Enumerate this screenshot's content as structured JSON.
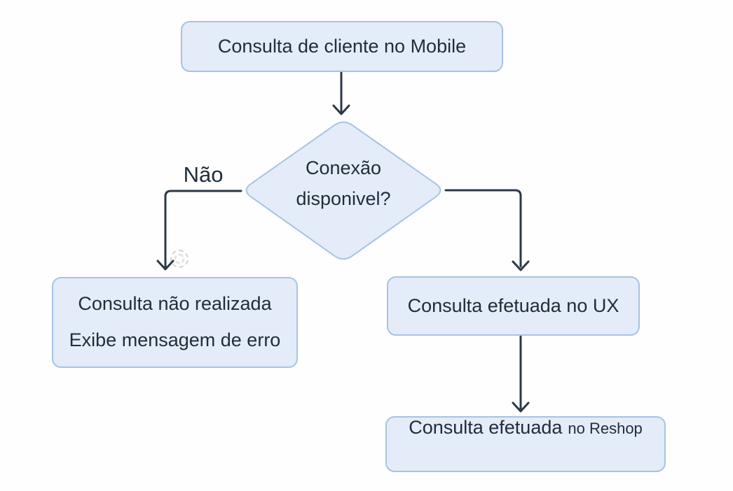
{
  "flowchart": {
    "type": "flowchart",
    "language": "pt-BR",
    "colors": {
      "background": "#fefefe",
      "node_fill": "#e3ecf8",
      "node_border": "#a7c3e4",
      "text": "#212d3d",
      "connector": "#2c3847"
    },
    "nodes": {
      "start": {
        "shape": "rounded-rect",
        "label": "Consulta de cliente no Mobile"
      },
      "decision": {
        "shape": "diamond",
        "line1": "Conexão",
        "line2": "disponivel?"
      },
      "not_done": {
        "shape": "rounded-rect",
        "line1": "Consulta não realizada",
        "line2": "Exibe mensagem de erro"
      },
      "ux": {
        "shape": "rounded-rect",
        "label": "Consulta efetuada no UX"
      },
      "reshop": {
        "shape": "rounded-rect",
        "label": "Consulta efetuada",
        "label_suffix": "no Reshop"
      }
    },
    "edges": {
      "start_to_decision": {
        "label": ""
      },
      "decision_to_not_done": {
        "label": "Não"
      },
      "decision_to_ux": {
        "label": ""
      },
      "ux_to_reshop": {
        "label": ""
      }
    }
  }
}
